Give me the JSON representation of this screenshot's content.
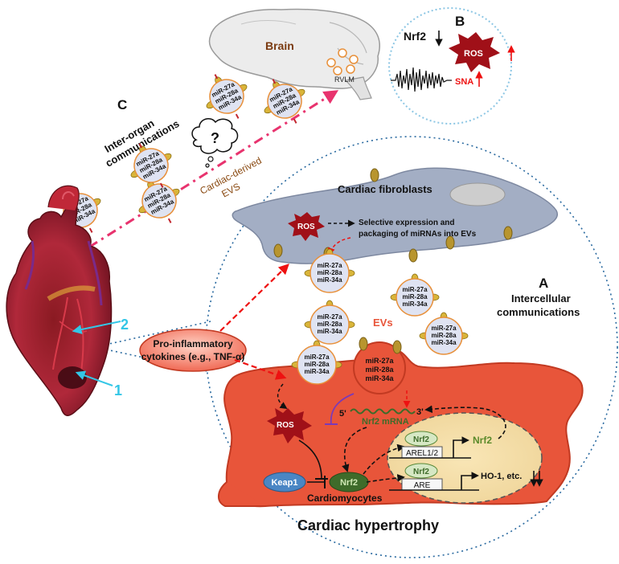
{
  "panels": {
    "a_letter": "A",
    "a_title_1": "Intercellular",
    "a_title_2": "communications",
    "b_letter": "B",
    "c_letter": "C",
    "c_title_1": "Inter-organ",
    "c_title_2": "communications"
  },
  "brain": {
    "label": "Brain",
    "rvlm": "RVLM",
    "nrf2": "Nrf2",
    "ros": "ROS",
    "sna": "SNA"
  },
  "evs": {
    "mirnas": [
      "miR-27a",
      "miR-28a",
      "miR-34a"
    ],
    "cardiac_derived_1": "Cardiac-derived",
    "cardiac_derived_2": "EVS",
    "question": "?",
    "evs_label": "EVs"
  },
  "fibroblast": {
    "title": "Cardiac fibroblasts",
    "ros": "ROS",
    "selective_1": "Selective expression and",
    "selective_2": "packaging of miRNAs  into EVs"
  },
  "cytokines": {
    "line1": "Pro-inflammatory",
    "line2": "cytokines (e.g., TNF-α)"
  },
  "cardiomyocyte": {
    "ros": "ROS",
    "five_prime": "5'",
    "three_prime": "3'",
    "nrf2_mrna": "Nrf2 mRNA",
    "keap1": "Keap1",
    "nrf2": "Nrf2",
    "nrf2_nuc_1": "Nrf2",
    "arel": "AREL1/2",
    "nrf2_gene": "Nrf2",
    "nrf2_nuc_2": "Nrf2",
    "are": "ARE",
    "ho1": "HO-1, etc.",
    "label": "Cardiomyocytes"
  },
  "heart": {
    "num1": "1",
    "num2": "2"
  },
  "bottom_title": "Cardiac hypertrophy",
  "colors": {
    "tissue": "#e8553a",
    "fibroblast": "#a3aec4",
    "ev_fill": "#dfe3f2",
    "ros_fill": "#a01018",
    "nrf2_green": "#3e6b2a",
    "pink_arrow": "#e8336e",
    "cyan": "#33c6e6"
  }
}
